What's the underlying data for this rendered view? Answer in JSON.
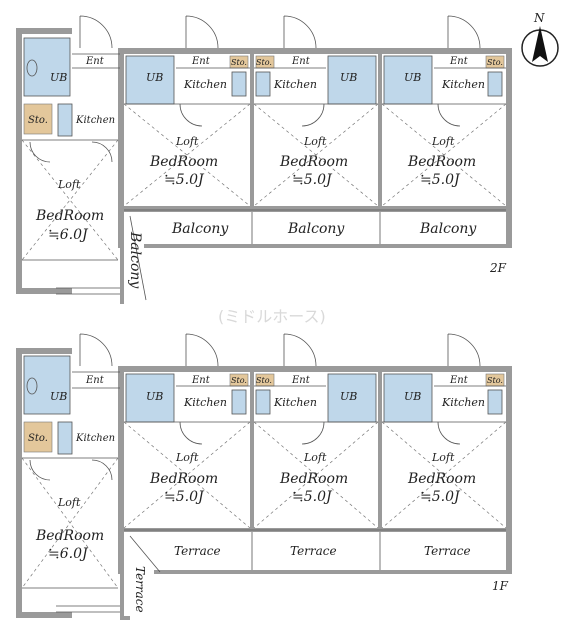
{
  "compass": {
    "label": "N"
  },
  "watermark": "(ミドルホース)",
  "labels": {
    "ub": "UB",
    "entrance": "Ent",
    "storage": "Sto.",
    "kitchen": "Kitchen",
    "loft": "Loft",
    "bedroom": "BedRoom",
    "size_small_room": "≒5.0J",
    "size_corner_room": "≒6.0J",
    "balcony": "Balcony",
    "terrace": "Terrace"
  },
  "floors": [
    {
      "name": "2F",
      "outdoor": "balcony"
    },
    {
      "name": "1F",
      "outdoor": "terrace"
    }
  ]
}
